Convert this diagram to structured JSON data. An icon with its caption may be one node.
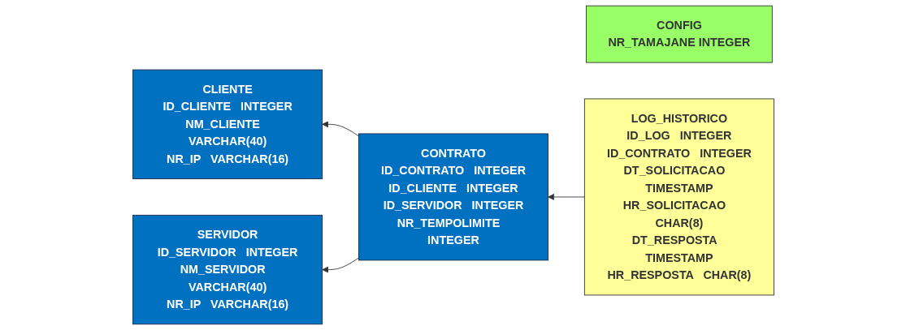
{
  "diagram": {
    "nodes": [
      {
        "text": [
          "CONFIG",
          "NR_TAMAJANE",
          "INTEGER"
        ]
      },
      {
        "text": [
          "CLIENTE",
          "ID_CLIENTE",
          "INTEGER",
          "NM_CLIENTE",
          "VARCHAR(40)",
          "NR_IP",
          "VARCHAR(16)"
        ]
      },
      {
        "text": [
          "CONTRATO",
          "ID_CONTRATO",
          "INTEGER",
          "ID_CLIENTE",
          "INTEGER",
          "ID_SERVIDOR",
          "INTEGER",
          "NR_TEMPOLIMITE",
          "INTEGER"
        ]
      },
      {
        "text": [
          "LOG_HISTORICO",
          "ID_LOG",
          "INTEGER",
          "ID_CONTRATO",
          "INTEGER",
          "DT_SOLICITACAO",
          "TIMESTAMP",
          "HR_SOLICITACAO",
          "CHAR(8)",
          "DT_RESPOSTA",
          "TIMESTAMP",
          "HR_RESPOSTA",
          "CHAR(8)"
        ]
      },
      {
        "text": [
          "SERVIDOR",
          "ID_SERVIDOR",
          "INTEGER",
          "NM_SERVIDOR",
          "VARCHAR(40)",
          "NR_IP",
          "VARCHAR(16)"
        ]
      }
    ],
    "edges": [
      {
        "from": 2,
        "to": 1,
        "arrow": "to"
      },
      {
        "from": 2,
        "to": 4,
        "arrow": "to"
      },
      {
        "from": 3,
        "to": 2,
        "arrow": "to"
      }
    ]
  }
}
